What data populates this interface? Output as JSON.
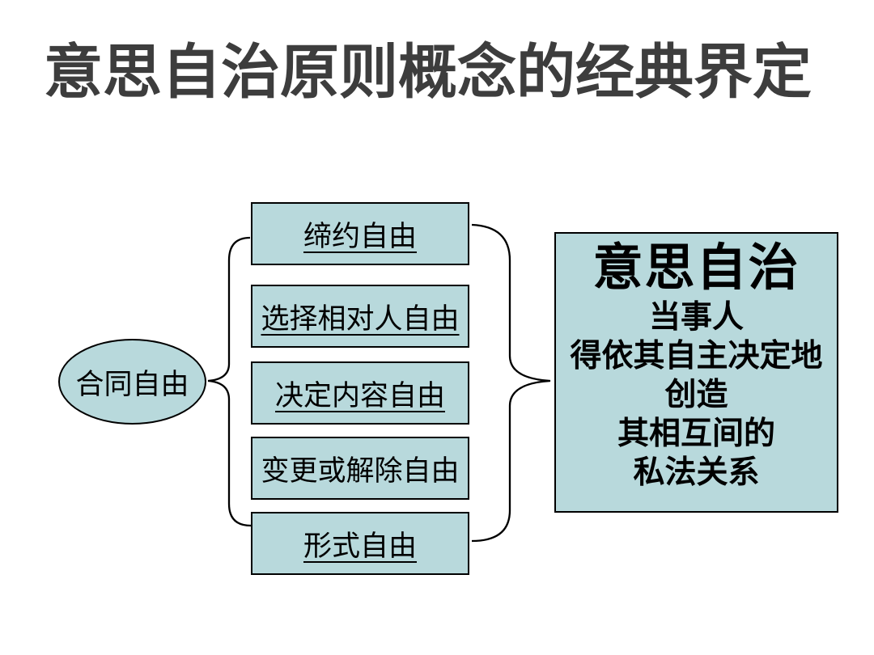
{
  "title": "意思自治原则概念的经典界定",
  "colors": {
    "background": "#ffffff",
    "shape_fill": "#b8d9dc",
    "shape_border": "#000000",
    "title_text": "#3d3d3d",
    "body_text": "#000000"
  },
  "source_ellipse": {
    "label": "合同自由"
  },
  "freedom_boxes": [
    {
      "label": "缔约自由",
      "underline": true
    },
    {
      "label": "选择相对人自由",
      "underline": true
    },
    {
      "label": "决定内容自由",
      "underline": true
    },
    {
      "label": "变更或解除自由",
      "underline": false
    },
    {
      "label": "形式自由",
      "underline": true
    }
  ],
  "result_box": {
    "title": "意思自治",
    "lines": [
      "当事人",
      "得依其自主决定地",
      "创造",
      "其相互间的",
      "私法关系"
    ]
  }
}
